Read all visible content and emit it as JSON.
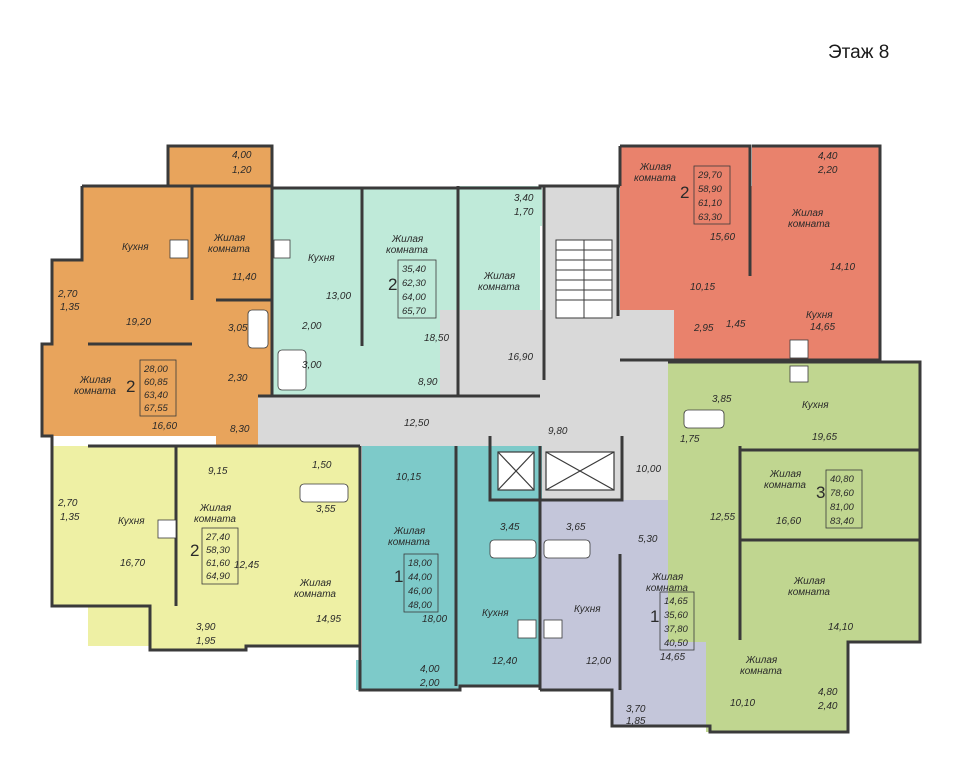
{
  "floor_label": "Этаж 8",
  "colors": {
    "orange": "#e8a45c",
    "mint": "#bfead9",
    "red": "#e9826c",
    "yellow": "#eef0a4",
    "teal": "#7dcac9",
    "lavender": "#c4c6da",
    "green": "#c0d690",
    "common": "#d9d9d9",
    "wall": "#3a3a3a"
  },
  "room_labels": {
    "kitchen": "Кухня",
    "living_1": "Жилая",
    "living_2": "комната"
  },
  "apartments": {
    "a1": {
      "rooms": "2",
      "areas": [
        "28,00",
        "60,85",
        "63,40",
        "67,55"
      ]
    },
    "a2": {
      "rooms": "2",
      "areas": [
        "35,40",
        "62,30",
        "64,00",
        "65,70"
      ]
    },
    "a3": {
      "rooms": "2",
      "areas": [
        "29,70",
        "58,90",
        "61,10",
        "63,30"
      ]
    },
    "a4": {
      "rooms": "2",
      "areas": [
        "27,40",
        "58,30",
        "61,60",
        "64,90"
      ]
    },
    "a5": {
      "rooms": "1",
      "areas": [
        "18,00",
        "44,00",
        "46,00",
        "48,00"
      ]
    },
    "a6": {
      "rooms": "1",
      "areas": [
        "14,65",
        "35,60",
        "37,80",
        "40,50"
      ]
    },
    "a7": {
      "rooms": "3",
      "areas": [
        "40,80",
        "78,60",
        "81,00",
        "83,40"
      ]
    }
  },
  "area_labels": {
    "a1_balcony_top": "4,00",
    "a1_balcony_top2": "1,20",
    "a1_balcony_side": "2,70",
    "a1_balcony_side2": "1,35",
    "a1_kitchen": "19,20",
    "a1_living_top": "11,40",
    "a1_bath": "3,05",
    "a1_wc": "2,30",
    "a1_living": "16,60",
    "a1_hall": "8,30",
    "a2_balcony": "3,40",
    "a2_balcony2": "1,70",
    "a2_kitchen": "13,00",
    "a2_wc": "2,00",
    "a2_bath": "3,00",
    "a2_living": "18,50",
    "a2_hall": "8,90",
    "a2_living2": "16,90",
    "a3_balcony": "4,40",
    "a3_balcony2": "2,20",
    "a3_living": "15,60",
    "a3_living2": "14,10",
    "a3_hall": "10,15",
    "a3_bath": "2,95",
    "a3_wc": "1,45",
    "a3_kitchen": "14,65",
    "corridor": "12,50",
    "lobby": "9,80",
    "lobby2": "10,00",
    "a4_balcony_side": "2,70",
    "a4_balcony_side2": "1,35",
    "a4_hall": "9,15",
    "a4_wc": "1,50",
    "a4_bath": "3,55",
    "a4_kitchen": "16,70",
    "a4_corridor": "12,45",
    "a4_living": "14,95",
    "a4_balcony": "3,90",
    "a4_balcony2": "1,95",
    "a5_hall": "10,15",
    "a5_bath": "3,45",
    "a5_living": "18,00",
    "a5_kitchen": "12,40",
    "a5_balcony": "4,00",
    "a5_balcony2": "2,00",
    "a6_bath": "3,65",
    "a6_hall": "5,30",
    "a6_kitchen": "12,00",
    "a6_living": "14,65",
    "a6_balcony": "3,70",
    "a6_balcony2": "1,85",
    "a7_bath": "3,85",
    "a7_wc": "1,75",
    "a7_kitchen": "19,65",
    "a7_living": "16,60",
    "a7_hall": "12,55",
    "a7_living2": "14,10",
    "a7_living3": "10,10",
    "a7_balcony": "4,80",
    "a7_balcony2": "2,40"
  }
}
